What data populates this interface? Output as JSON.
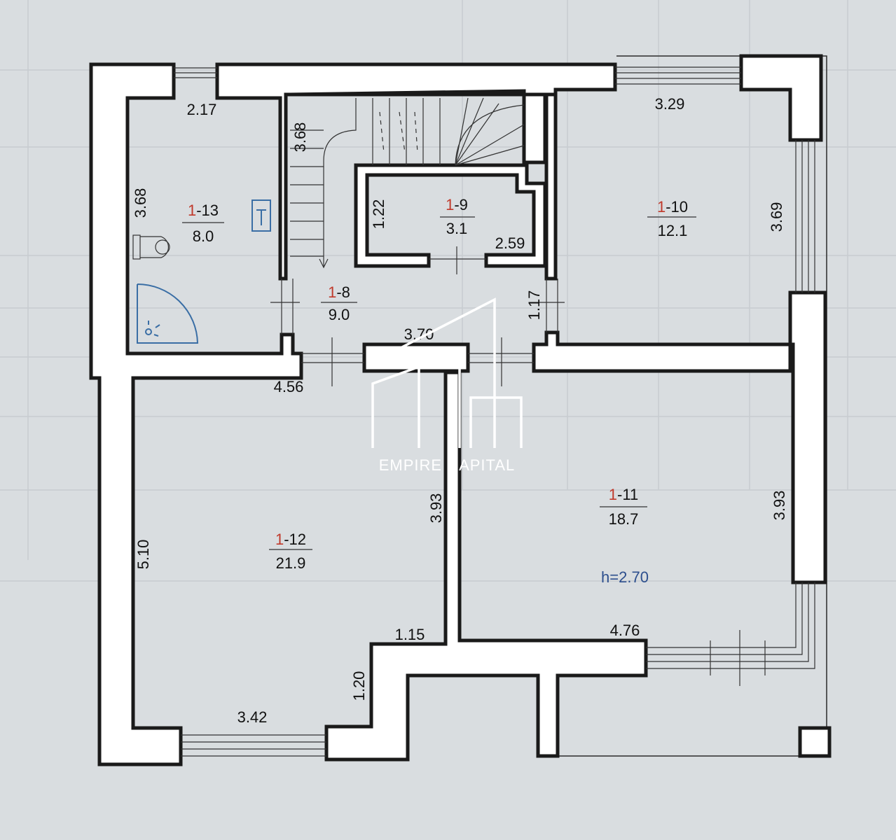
{
  "watermark": {
    "brand": "EMPIRE CAPITAL"
  },
  "rooms": [
    {
      "id_prefix": "1",
      "id_suffix": "-8",
      "area": "9.0"
    },
    {
      "id_prefix": "1",
      "id_suffix": "-9",
      "area": "3.1"
    },
    {
      "id_prefix": "1",
      "id_suffix": "-10",
      "area": "12.1"
    },
    {
      "id_prefix": "1",
      "id_suffix": "-11",
      "area": "18.7"
    },
    {
      "id_prefix": "1",
      "id_suffix": "-12",
      "area": "21.9"
    },
    {
      "id_prefix": "1",
      "id_suffix": "-13",
      "area": "8.0"
    }
  ],
  "ceiling_height": "h=2.70",
  "dimensions": [
    "2.17",
    "3.68",
    "3.68",
    "1.22",
    "2.59",
    "3.29",
    "3.69",
    "1.17",
    "3.70",
    "4.56",
    "3.93",
    "3.93",
    "5.10",
    "1.15",
    "1.20",
    "3.42",
    "4.76"
  ],
  "colors": {
    "background": "#d9dde0",
    "wall": "#1a1a1a",
    "room_id_accent": "#c0392b",
    "height_text": "#2d4f8e"
  }
}
